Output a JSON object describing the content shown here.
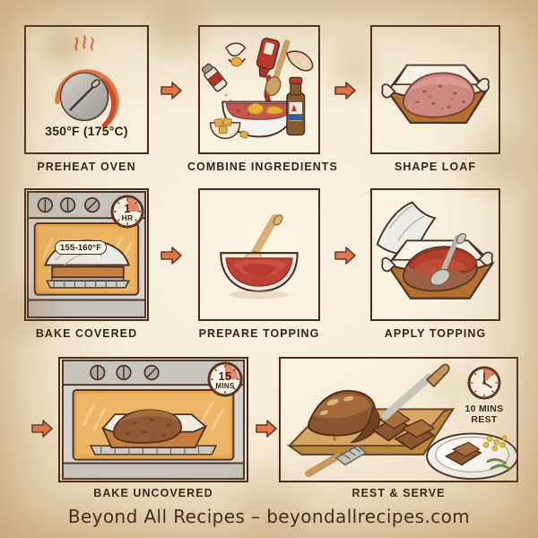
{
  "background": {
    "paper_color": "#f7eed9",
    "edge_color": "#d9c096",
    "ink_color": "#4a2a1c",
    "accent_color": "#e2764f"
  },
  "steps": [
    {
      "index": 1,
      "caption": "PREHEAT OVEN",
      "icon": "oven-knob-icon",
      "inline_text": "350°F (175°C)",
      "badge": null
    },
    {
      "index": 2,
      "caption": "COMBINE INGREDIENTS",
      "icon": "mixing-bowl-icon",
      "inline_text": "",
      "badge": null
    },
    {
      "index": 3,
      "caption": "SHAPE LOAF",
      "icon": "raw-loaf-pan-icon",
      "inline_text": "",
      "badge": null
    },
    {
      "index": 4,
      "caption": "BAKE COVERED",
      "icon": "oven-covered-icon",
      "inline_text": "155-160°F",
      "badge": {
        "value": "1",
        "unit": "HR"
      }
    },
    {
      "index": 5,
      "caption": "PREPARE TOPPING",
      "icon": "sauce-bowl-icon",
      "inline_text": "",
      "badge": null
    },
    {
      "index": 6,
      "caption": "APPLY TOPPING",
      "icon": "glazing-loaf-icon",
      "inline_text": "",
      "badge": null
    },
    {
      "index": 7,
      "caption": "BAKE UNCOVERED",
      "icon": "oven-uncovered-icon",
      "inline_text": "",
      "badge": {
        "value": "15",
        "unit": "MINS"
      }
    },
    {
      "index": 8,
      "caption": "REST & SERVE",
      "icon": "sliced-loaf-board-icon",
      "inline_text": "",
      "badge": {
        "line1": "10 MINS",
        "line2": "REST"
      }
    }
  ],
  "arrows": {
    "name": "flow-arrow-icon",
    "color": "#e2764f",
    "count": 7
  },
  "footer": {
    "text": "Beyond All Recipes – beyondallrecipes.com"
  }
}
